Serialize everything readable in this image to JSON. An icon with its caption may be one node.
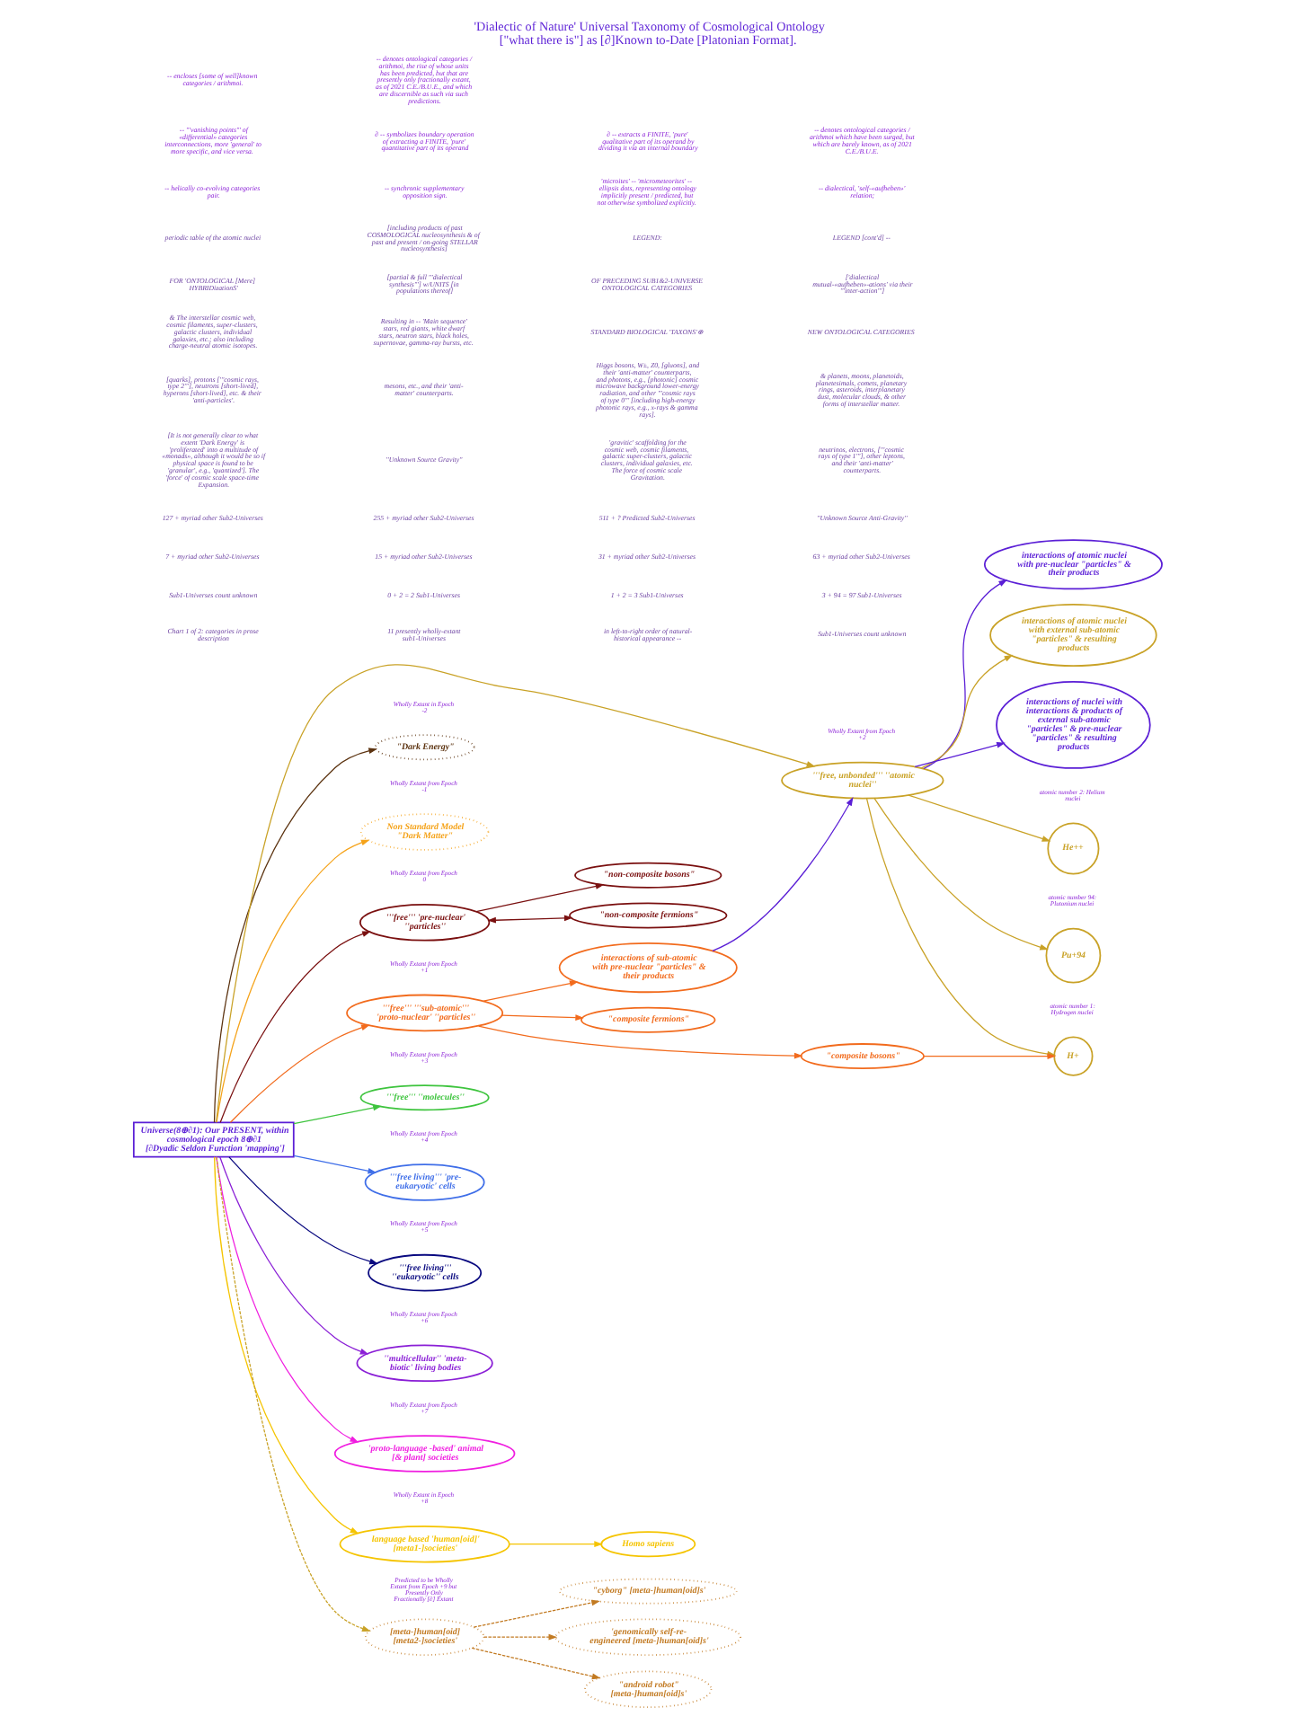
{
  "diagram": {
    "title": "'Dialectic of Nature' Universal Taxonomy of Cosmological Ontology [\"what there is\"] as [∂]Known to-Date [Platonian Format].",
    "nodes": [
      {
        "text": [
          "Universe(8⊕∂1): Our PRESENT, within cosmological epoch 8⊕∂1",
          "[∂Dyadic Seldon Function 'mapping']"
        ]
      },
      {
        "text": [
          "\"Dark Energy\""
        ],
        "beside": [
          "Wholly Extant in Epoch -2"
        ]
      },
      {
        "text": [
          "Non Standard Model",
          "\"Dark Matter\""
        ],
        "beside": [
          "Wholly Extant from Epoch -1"
        ]
      },
      {
        "text": [
          "'''free''' 'pre-nuclear' ''particles''"
        ],
        "beside": [
          "Wholly Extant from Epoch 0"
        ]
      },
      {
        "text": [
          "'''free''' '''sub-atomic''' 'proto-nuclear' ''particles''"
        ],
        "beside": [
          "Wholly Extant from Epoch +1"
        ]
      },
      {
        "text": [
          "'''free, unbonded''' ''atomic nuclei''"
        ],
        "beside": [
          "Wholly Extant from Epoch +2"
        ]
      },
      {
        "text": [
          "'''free''' ''molecules''"
        ],
        "beside": [
          "Wholly Extant from Epoch +3"
        ]
      },
      {
        "text": [
          "'''free living''' 'pre-eukaryotic' cells"
        ],
        "beside": [
          "Wholly Extant from Epoch +4"
        ]
      },
      {
        "text": [
          "'''free living''' ''eukaryotic'' cells"
        ],
        "beside": [
          "Wholly Extant from Epoch +5"
        ]
      },
      {
        "text": [
          "''multicellular'' 'meta-biotic' living bodies"
        ],
        "beside": [
          "Wholly Extant from Epoch +6"
        ]
      },
      {
        "text": [
          "'proto-language -based' animal [& plant] societies"
        ],
        "beside": [
          "Wholly Extant from Epoch +7"
        ]
      },
      {
        "text": [
          "language based 'human[oid]' [meta1-]societies'"
        ],
        "beside": [
          "Wholly Extant in Epoch +8"
        ]
      },
      {
        "text": [
          "[meta-]human[oid] [meta2-]societies'"
        ],
        "beside": [
          "Predicted to be Wholly Extant from Epoch +9 but Presently Only Fractionally [∂] Extant"
        ]
      },
      {
        "text": [
          "Homo sapiens"
        ]
      },
      {
        "text": [
          "'genomically self-re-engineered [meta-]human[oid]s'"
        ]
      },
      {
        "text": [
          "\"android robot\" [meta-]human[oid]s'"
        ]
      },
      {
        "text": [
          "\"cyborg\" [meta-]human[oid]s'"
        ]
      },
      {
        "text": [
          "interactions of sub-atomic with pre-nuclear \"particles\" & their products"
        ]
      },
      {
        "text": [
          "\"composite fermions\""
        ]
      },
      {
        "text": [
          "\"composite bosons\""
        ]
      },
      {
        "text": [
          "\"non-composite fermions\""
        ]
      },
      {
        "text": [
          "\"non-composite bosons\""
        ]
      },
      {
        "text": [
          "interactions of atomic nuclei with pre-nuclear \"particles\" & their products"
        ]
      },
      {
        "text": [
          "interactions of atomic nuclei with external sub-atomic \"particles\" & resulting products"
        ]
      },
      {
        "text": [
          "interactions of nuclei with interactions & products of external sub-atomic \"particles\" & pre-nuclear \"particles\" & resulting products"
        ]
      },
      {
        "text": [
          "H+"
        ],
        "beside": [
          "atomic number 1: Hydrogen nuclei"
        ]
      },
      {
        "text": [
          "He++"
        ],
        "beside": [
          "atomic number 2: Helium nuclei"
        ]
      },
      {
        "text": [
          "Pu+94"
        ],
        "beside": [
          "atomic number 94: Plutonium nuclei"
        ]
      }
    ],
    "edges": [
      {
        "from": 0,
        "to": 1,
        "arrow": "to",
        "color": "#5c3310"
      },
      {
        "from": 0,
        "to": 2,
        "arrow": "to",
        "color": "#f5a31a"
      },
      {
        "from": 0,
        "to": 3,
        "arrow": "to",
        "color": "#7a1010"
      },
      {
        "from": 0,
        "to": 4,
        "arrow": "to",
        "color": "#f26b1d"
      },
      {
        "from": 0,
        "to": 5,
        "arrow": "to",
        "color": "#c9a227"
      },
      {
        "from": 0,
        "to": 6,
        "arrow": "to",
        "color": "#3ec43e"
      },
      {
        "from": 0,
        "to": 7,
        "arrow": "to",
        "color": "#3f6ee8"
      },
      {
        "from": 0,
        "to": 8,
        "arrow": "to",
        "color": "#0a0a80"
      },
      {
        "from": 0,
        "to": 9,
        "arrow": "to",
        "color": "#8a1fd6"
      },
      {
        "from": 0,
        "to": 10,
        "arrow": "to",
        "color": "#f01ee0"
      },
      {
        "from": 0,
        "to": 11,
        "arrow": "to",
        "color": "#f5c400"
      },
      {
        "from": 0,
        "to": 12,
        "arrow": "to",
        "style": "dashed",
        "color": "#c9a227"
      },
      {
        "from": 3,
        "to": 20,
        "arrow": "both",
        "color": "#7a1010"
      },
      {
        "from": 3,
        "to": 21,
        "arrow": "to",
        "color": "#7a1010"
      },
      {
        "from": 4,
        "to": 17,
        "arrow": "to",
        "color": "#f26b1d"
      },
      {
        "from": 4,
        "to": 18,
        "arrow": "to",
        "color": "#f26b1d"
      },
      {
        "from": 4,
        "to": 19,
        "arrow": "to",
        "color": "#f26b1d"
      },
      {
        "from": 17,
        "to": 5,
        "arrow": "to",
        "color": "#5b1fd6"
      },
      {
        "from": 5,
        "to": 22,
        "arrow": "to",
        "color": "#5b1fd6"
      },
      {
        "from": 5,
        "to": 24,
        "arrow": "to",
        "color": "#5b1fd6"
      },
      {
        "from": 5,
        "to": 23,
        "arrow": "to",
        "color": "#c9a227"
      },
      {
        "from": 5,
        "to": 25,
        "arrow": "to",
        "color": "#c9a227"
      },
      {
        "from": 5,
        "to": 26,
        "arrow": "to",
        "color": "#c9a227"
      },
      {
        "from": 5,
        "to": 27,
        "arrow": "to",
        "color": "#c9a227"
      },
      {
        "from": 19,
        "to": 25,
        "arrow": "to",
        "color": "#f26b1d"
      },
      {
        "from": 11,
        "to": 13,
        "arrow": "to",
        "color": "#f5c400"
      },
      {
        "from": 12,
        "to": 14,
        "arrow": "to",
        "style": "dashed",
        "color": "#c27a22"
      },
      {
        "from": 12,
        "to": 15,
        "arrow": "to",
        "style": "dashed",
        "color": "#c27a22"
      },
      {
        "from": 12,
        "to": 16,
        "arrow": "to",
        "style": "dashed",
        "color": "#c27a22"
      }
    ],
    "labels": [
      "Chart 1 of 2: categories in prose description",
      "11 presently wholly-extant sub1-Universes",
      "in left-to-right order of natural-historical appearance --",
      "Sub1-Universes count unknown",
      "Sub1-Universes count unknown",
      "0 + 2 = 2 Sub1-Universes",
      "1 + 2 = 3 Sub1-Universes",
      "3 + 94 = 97 Sub1-Universes",
      "7 + myriad other Sub2-Universes",
      "15 + myriad other Sub2-Universes",
      "31 + myriad other Sub2-Universes",
      "63 + myriad other Sub2-Universes",
      "127 + myriad other Sub2-Universes",
      "255 + myriad other Sub2-Universes",
      "511 + ? Predicted Sub2-Universes",
      "''Unknown Source Anti-Gravity''",
      "[It is not generally clear to what extent 'Dark Energy' is 'proliferated' into a multitude of «monads», although it would be so if physical space is found to be 'granular', e.g., 'quantized']. The 'force' of cosmic scale space-time Expansion.",
      "''Unknown Source Gravity''",
      "'gravitic' scaffolding for the cosmic web, cosmic filaments, galactic super-clusters, galactic clusters, individual galaxies, etc. The force of cosmic scale Gravitation.",
      "neutrinos, electrons, ['''cosmic rays of type 1'''], other leptons, and their 'anti-matter' counterparts.",
      "[quarks], protons ['''cosmic rays, type 2'''], neutrons [short-lived], hyperons [short-lived], etc. & their 'anti-particles'.",
      "mesons, etc., and their 'anti-matter' counterparts.",
      "Higgs bosons, W±, Z0, [gluons], and their 'anti-matter' counterparts, and photons, e.g., [photonic] cosmic microwave background lower-energy radiation, and other '''cosmic rays of type 0''' [including high-energy photonic rays, e.g., x-rays & gamma rays].",
      "& planets, moons, planetoids, planetesimals, comets, planetary rings, asteroids, interplanetary dust, molecular clouds, & other forms of interstellar matter.",
      "& The interstellar cosmic web, cosmic filaments, super-clusters, galactic clusters, individual galaxies, etc.; also including charge-neutral atomic isotopes.",
      "Resulting in -- 'Main sequence' stars, red giants, white dwarf stars, neutron stars, black holes, supernovae, gamma-ray bursts, etc.",
      "STANDARD BIOLOGICAL 'TAXONS'⊕",
      "NEW ONTOLOGICAL CATEGORIES",
      "FOR 'ONTOLOGICAL [Mere] HYBRIDizationS'",
      "[partial & full '''dialectical synthesis'''] w/UNITS [in populations thereof]",
      "OF PRECEDING SUB1&2-UNIVERSE ONTOLOGICAL CATEGORIES",
      "['dialectical mutual-«aufheben»-ations' via their '''inter-action''']",
      "periodic table of the atomic nuclei",
      "[including products of past COSMOLOGICAL nucleosynthesis & of past and present / on-going STELLAR nucleosynthesis]",
      "LEGEND:",
      "LEGEND [cont'd] --"
    ],
    "legend": [
      {
        "text": "-- helically co-evolving categories pair."
      },
      {
        "text": "-- synchronic supplementary opposition sign."
      },
      {
        "text": "'microites' -- 'micrometeorites' -- ellipsis dots, representing ontology implicitly present / predicted, but not otherwise symbolized explicitly."
      },
      {
        "text": "-- dialectical, 'self-«aufheben»' relation;"
      },
      {
        "text": "-- '''vanishing points''' of «differential» categories interconnections, more 'general' to more specific, and vice versa."
      },
      {
        "text": "∂ -- symbolizes boundary operation of extracting a FINITE, 'pure' quantitative part of its operand"
      },
      {
        "text": "∂ -- extracts a FINITE, 'pure' qualitative part of its operand by dividing it via an internal boundary"
      },
      {
        "text": "-- denotes ontological categories / arithmoi which have been surged, but which are barely known, as of 2021 C.E./B.U.E."
      },
      {
        "text": "-- encloses [some of well]known categories / arithmoi."
      },
      {
        "text": "-- denotes ontological categories / arithmoi, the rise of whose units has been predicted, but that are presently only fractionally extant, as of 2021 C.E./B.U.E., and which are discernible as such via such predictions."
      }
    ]
  }
}
